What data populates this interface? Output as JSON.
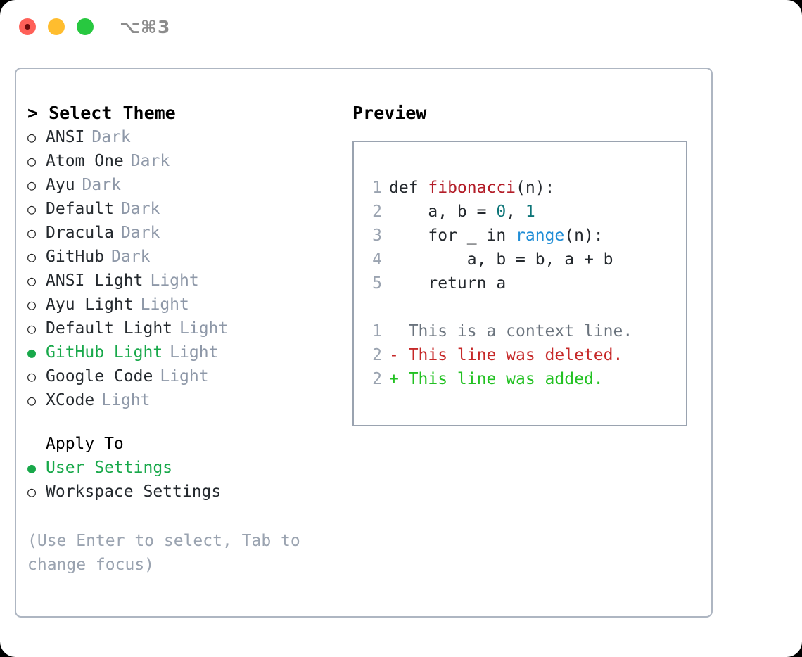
{
  "titlebar": {
    "shortcut": "⌥⌘3",
    "lights": [
      {
        "name": "close",
        "color": "#ff6058"
      },
      {
        "name": "minimize",
        "color": "#ffbd2e"
      },
      {
        "name": "zoom",
        "color": "#28c840"
      }
    ]
  },
  "left": {
    "header": "> Select Theme",
    "themes": [
      {
        "bullet": "○",
        "name": "ANSI",
        "variant": "Dark",
        "selected": false
      },
      {
        "bullet": "○",
        "name": "Atom One",
        "variant": "Dark",
        "selected": false
      },
      {
        "bullet": "○",
        "name": "Ayu",
        "variant": "Dark",
        "selected": false
      },
      {
        "bullet": "○",
        "name": "Default",
        "variant": "Dark",
        "selected": false
      },
      {
        "bullet": "○",
        "name": "Dracula",
        "variant": "Dark",
        "selected": false
      },
      {
        "bullet": "○",
        "name": "GitHub",
        "variant": "Dark",
        "selected": false
      },
      {
        "bullet": "○",
        "name": "ANSI Light",
        "variant": "Light",
        "selected": false
      },
      {
        "bullet": "○",
        "name": "Ayu Light",
        "variant": "Light",
        "selected": false
      },
      {
        "bullet": "○",
        "name": "Default Light",
        "variant": "Light",
        "selected": false
      },
      {
        "bullet": "●",
        "name": "GitHub Light",
        "variant": "Light",
        "selected": true
      },
      {
        "bullet": "○",
        "name": "Google Code",
        "variant": "Light",
        "selected": false
      },
      {
        "bullet": "○",
        "name": "XCode",
        "variant": "Light",
        "selected": false
      }
    ],
    "apply_to_label": "Apply To",
    "apply_options": [
      {
        "bullet": "●",
        "label": "User Settings",
        "selected": true
      },
      {
        "bullet": "○",
        "label": "Workspace Settings",
        "selected": false
      }
    ],
    "hint": "(Use Enter to select, Tab to change focus)"
  },
  "right": {
    "header": "Preview",
    "code_lines": [
      {
        "no": "1",
        "parts": [
          {
            "t": "def ",
            "c": "plain"
          },
          {
            "t": "fibonacci",
            "c": "fn"
          },
          {
            "t": "(n):",
            "c": "plain"
          }
        ]
      },
      {
        "no": "2",
        "parts": [
          {
            "t": "    a, b = ",
            "c": "plain"
          },
          {
            "t": "0",
            "c": "num"
          },
          {
            "t": ", ",
            "c": "plain"
          },
          {
            "t": "1",
            "c": "num"
          }
        ]
      },
      {
        "no": "3",
        "parts": [
          {
            "t": "    for _ in ",
            "c": "plain"
          },
          {
            "t": "range",
            "c": "blue"
          },
          {
            "t": "(n):",
            "c": "plain"
          }
        ]
      },
      {
        "no": "4",
        "parts": [
          {
            "t": "        a, b = b, a + b",
            "c": "plain"
          }
        ]
      },
      {
        "no": "5",
        "parts": [
          {
            "t": "    return a",
            "c": "plain"
          }
        ]
      }
    ],
    "diff_lines": [
      {
        "no": "1",
        "marker": " ",
        "text": " This is a context line.",
        "kind": "ctx"
      },
      {
        "no": "2",
        "marker": "-",
        "text": " This line was deleted.",
        "kind": "del"
      },
      {
        "no": "2",
        "marker": "+",
        "text": " This line was added.",
        "kind": "add"
      }
    ]
  },
  "colors": {
    "accent_green": "#18a84a",
    "muted": "#8e98a8",
    "border": "#aeb6c2",
    "preview_border": "#9aa3b0",
    "fn": "#b31d28",
    "num": "#0d7578",
    "blue": "#1f8dd6",
    "diff_delete": "#c62828",
    "diff_add": "#22c122",
    "diff_context": "#6a737d"
  }
}
